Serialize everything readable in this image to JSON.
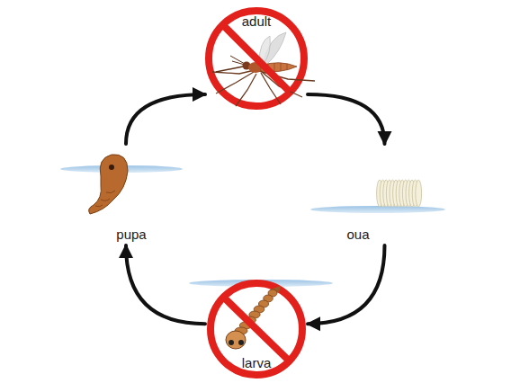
{
  "diagram": {
    "nodes": [
      {
        "text": [
          "adult"
        ]
      },
      {
        "text": [
          "oua"
        ]
      },
      {
        "text": [
          "larva"
        ]
      },
      {
        "text": [
          "pupa"
        ]
      }
    ],
    "edges": [
      {
        "from": 0,
        "to": 1,
        "arrow": "to"
      },
      {
        "from": 1,
        "to": 2,
        "arrow": "to"
      },
      {
        "from": 2,
        "to": 3,
        "arrow": "to"
      },
      {
        "from": 3,
        "to": 0,
        "arrow": "to"
      }
    ]
  }
}
